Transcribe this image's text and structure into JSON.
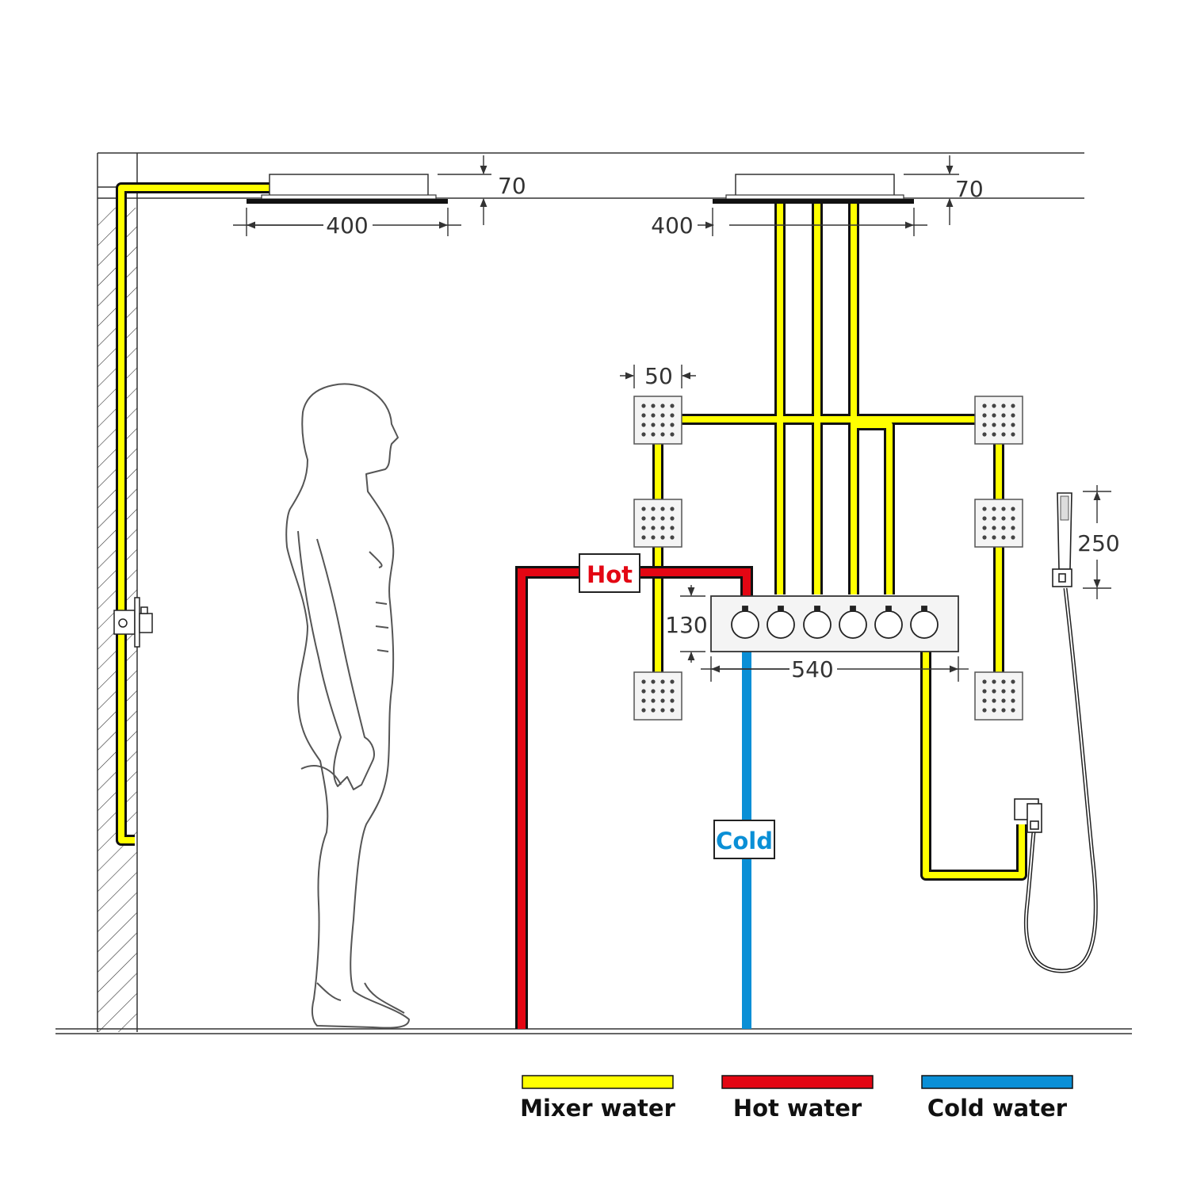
{
  "colors": {
    "mixer": "#ffff00",
    "hot": "#e30613",
    "cold": "#0a8fd6",
    "outline": "#111111"
  },
  "dimensions": {
    "head_left_height": "70",
    "head_left_width": "400",
    "head_right_height": "70",
    "head_right_width": "400",
    "jet_width": "50",
    "valve_height": "130",
    "valve_width": "540",
    "hand_shower_length": "250"
  },
  "pipe_labels": {
    "hot": "Hot",
    "cold": "Cold"
  },
  "legend": [
    {
      "label": "Mixer water",
      "color": "#ffff00"
    },
    {
      "label": "Hot water",
      "color": "#e30613"
    },
    {
      "label": "Cold water",
      "color": "#0a8fd6"
    }
  ]
}
